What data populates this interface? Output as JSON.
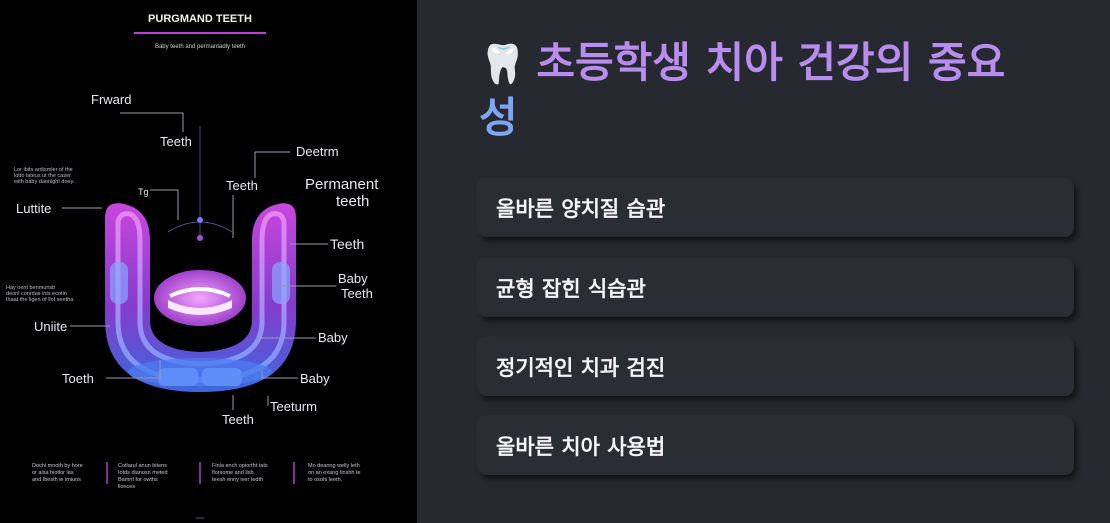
{
  "infographic": {
    "title": "PURGMAND TEETH",
    "subtitle": "Baby teeth and permantadly teeth",
    "labels": {
      "frward": "Frward",
      "teeth_top": "Teeth",
      "deetrm": "Deetrm",
      "teeth_mid": "Teeth",
      "permanent_1": "Permanent",
      "permanent_2": "teeth",
      "teeth_right": "Teeth",
      "baby_teeth_1": "Baby",
      "baby_teeth_2": "Teeth",
      "baby_1": "Baby",
      "baby_2": "Baby",
      "teeturm": "Teeturm",
      "teeth_bottom": "Teeth",
      "luttite": "Luttite",
      "unite": "Uniite",
      "toeth": "Toeth",
      "tg": "Tg"
    },
    "notes": {
      "top_left": [
        "Lor ibits ardismler of the",
        "lotto iateus ut the caser",
        "with baby daonight doey."
      ],
      "mid_left": [
        "Hay oent benmurisb",
        "deonl conrdas ints ecotin",
        "Ihaat the ligen of llot seetha"
      ]
    },
    "footer": [
      [
        "Dochi mooth by hore",
        "or alsa hiotlor las",
        "and Ibesth ie imiuns"
      ],
      [
        "Cotlarul anun bitens",
        "Iotds dianosn meted",
        "Bamnt for owths",
        "llonces"
      ],
      [
        "Finla ench opiortht tats",
        "fiorsome and lisb",
        "teesh enny iver tedth"
      ],
      [
        "Mo deanng welly leth",
        "on an exang Iinshh te",
        "to osohi leeth."
      ]
    ]
  },
  "panel": {
    "title_icon": "🦷",
    "title_main": "초등학생 치아 건강의 중요",
    "title_tail": "성",
    "cards": [
      {
        "label": "올바른 양치질 습관"
      },
      {
        "label": "균형 잡힌 식습관"
      },
      {
        "label": "정기적인 치과 검진"
      },
      {
        "label": "올바른 치아 사용법"
      }
    ]
  },
  "colors": {
    "background": "#272930",
    "card": "#2b2d34",
    "title_purple": "#b98cf0",
    "title_blue": "#7ea6f2",
    "infographic_bg": "#000000",
    "accent_magenta": "#c23be0"
  }
}
